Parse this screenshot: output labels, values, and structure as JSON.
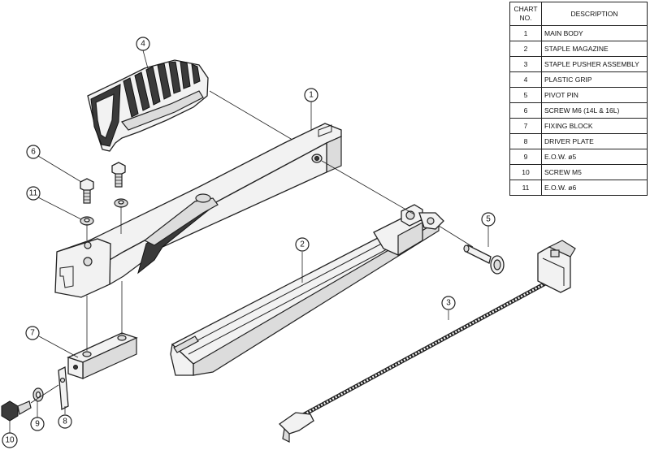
{
  "parts_table": {
    "header_no": "CHART NO.",
    "header_description": "DESCRIPTION",
    "rows": [
      {
        "no": "1",
        "description": "MAIN BODY"
      },
      {
        "no": "2",
        "description": "STAPLE MAGAZINE"
      },
      {
        "no": "3",
        "description": "STAPLE PUSHER ASSEMBLY"
      },
      {
        "no": "4",
        "description": "PLASTIC GRIP"
      },
      {
        "no": "5",
        "description": "PIVOT PIN"
      },
      {
        "no": "6",
        "description": "SCREW M6 (14L & 16L)"
      },
      {
        "no": "7",
        "description": "FIXING BLOCK"
      },
      {
        "no": "8",
        "description": "DRIVER PLATE"
      },
      {
        "no": "9",
        "description": "E.O.W. ø5"
      },
      {
        "no": "10",
        "description": "SCREW M5"
      },
      {
        "no": "11",
        "description": "E.O.W. ø6"
      }
    ]
  },
  "callouts": [
    "1",
    "2",
    "3",
    "4",
    "5",
    "6",
    "7",
    "8",
    "9",
    "10",
    "11"
  ]
}
